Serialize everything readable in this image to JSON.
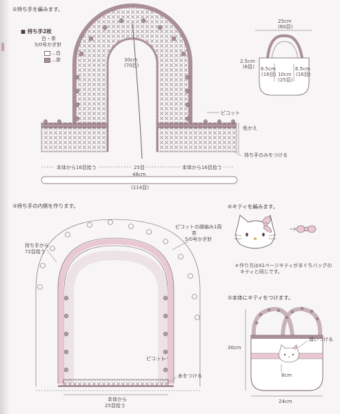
{
  "colors": {
    "brown": "#a98f95",
    "line": "#6d5d62",
    "pink": "#e9c8d2",
    "tan": "#c8b2b7"
  },
  "s2": {
    "heading": "②持ち手を編みます。",
    "legend_title": "■ 持ち手2枚",
    "legend_yarn": "白・茶",
    "legend_hook": "5/0号かぎ針",
    "legend_white": "…白",
    "legend_brown": "…茶",
    "dim_30cm": "30cm",
    "dim_70": "(70目)",
    "picot": "ピコット",
    "color_change": "色かえ",
    "attach": "持ち手のみをつける",
    "pick_left": "本体から16目拾う",
    "pick_mid": "25目",
    "pick_right": "本体から16目拾う",
    "total_cm": "48cm",
    "total_st": "(114目)"
  },
  "bag": {
    "w_cm": "25cm",
    "w_st": "(60目)",
    "side_cm": "2.5cm",
    "side_st": "(6目)",
    "l_cm": "6.5cm",
    "l_st": "(16目)",
    "m_cm": "10cm",
    "m_st": "(25目)",
    "r_cm": "6.5cm",
    "r_st": "(16目)"
  },
  "s3": {
    "heading": "③持ち手の内側を作ります。",
    "pick_from": "持ち手から",
    "pick_count": "72目拾う",
    "finish_title": "ピコットの縁編み1周",
    "finish_yarn": "茶",
    "finish_hook": "5/0号かぎ針",
    "picot": "ピコット",
    "attach_thread": "糸をつける",
    "bottom_from": "本体から",
    "bottom_count": "25目拾う"
  },
  "s4": {
    "heading": "④キティを編みます。",
    "note1": "＊作り方は41ページキティがまぐちバッグの",
    "note2": "キティと同じです。"
  },
  "s5": {
    "heading": "⑤本体にキティをつけます。",
    "sew": "縫いつける",
    "height": "30cm",
    "kitty_size": "8cm",
    "width": "24cm"
  }
}
